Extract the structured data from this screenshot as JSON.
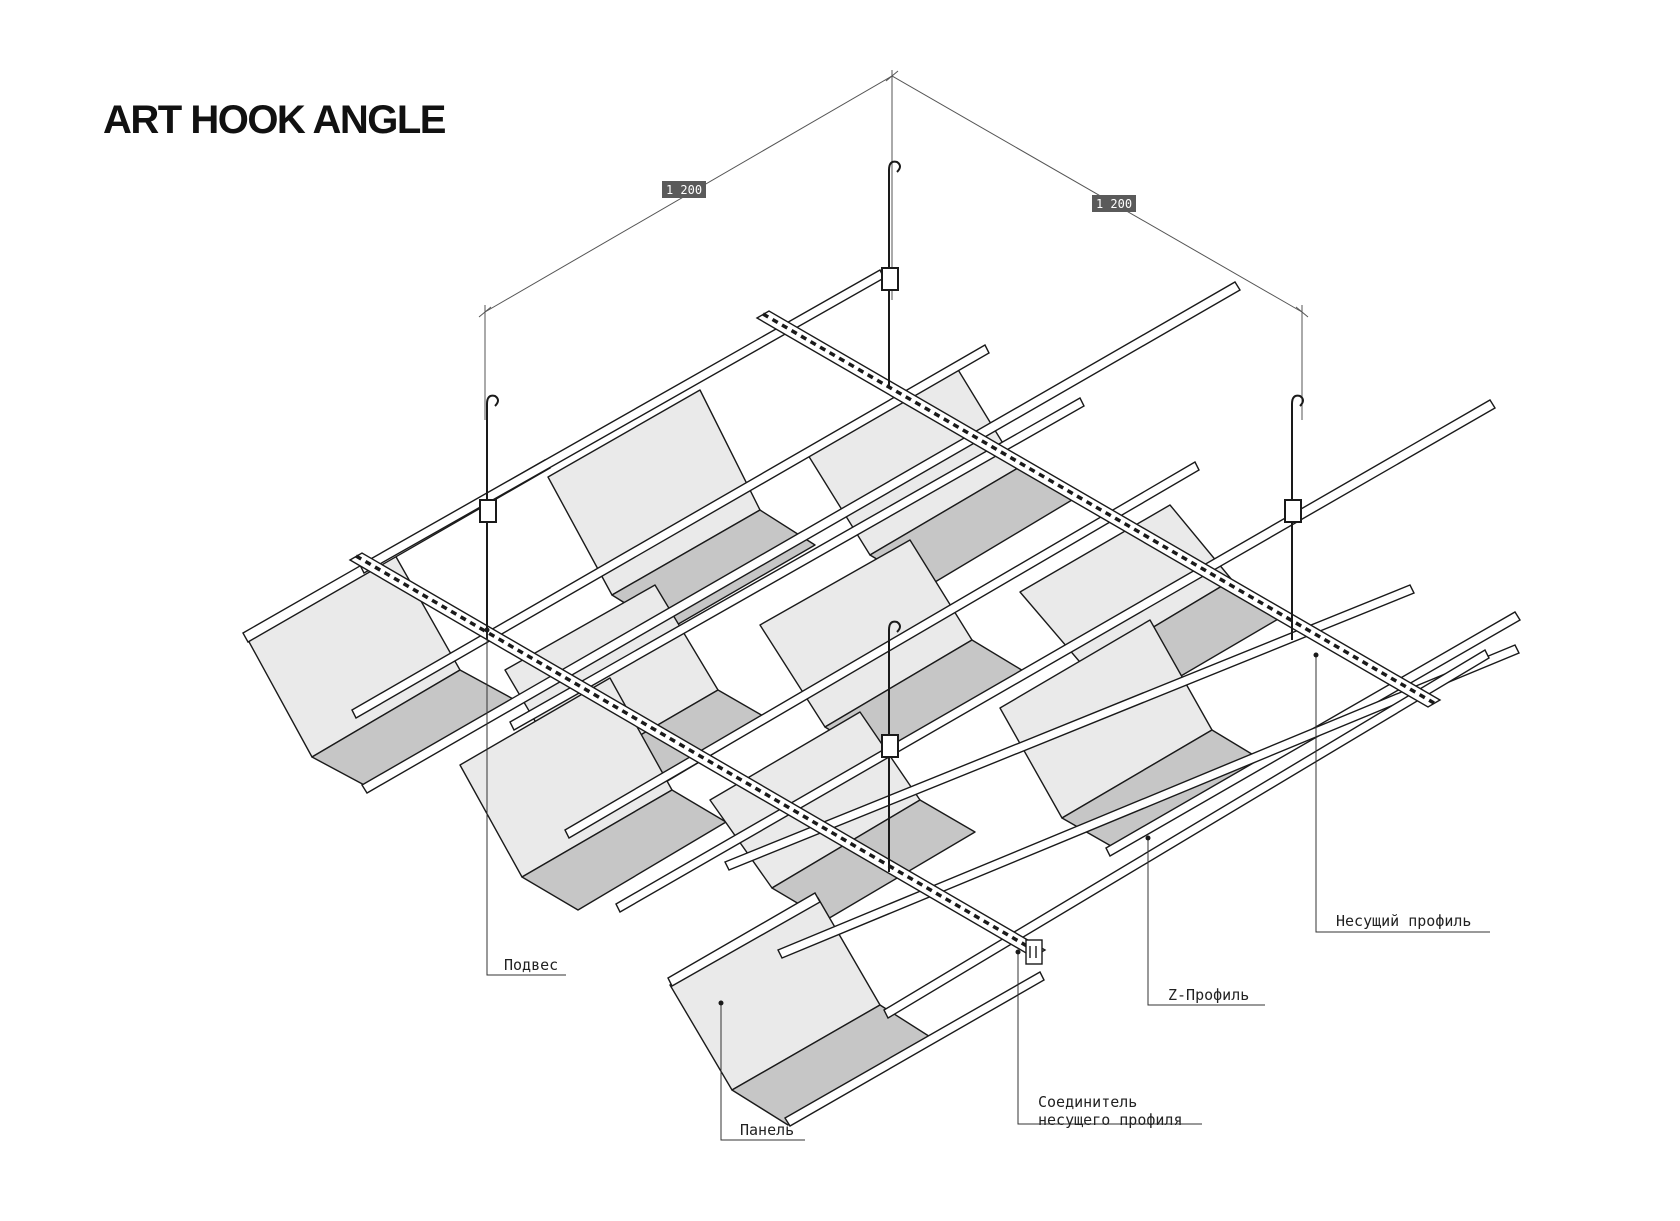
{
  "title": "ART HOOK ANGLE",
  "dimensions": {
    "left": "1 200",
    "right": "1 200"
  },
  "callouts": {
    "hanger": "Подвес",
    "bearing_profile": "Несущий профиль",
    "z_profile": "Z-Профиль",
    "panel": "Панель",
    "connector_line1": "Соединитель",
    "connector_line2": "несущего профиля"
  },
  "colors": {
    "line": "#1a1a1a",
    "panel_light": "#eaeaea",
    "panel_dark": "#c6c6c6",
    "dimension_label_bg": "#5a5a5a"
  }
}
